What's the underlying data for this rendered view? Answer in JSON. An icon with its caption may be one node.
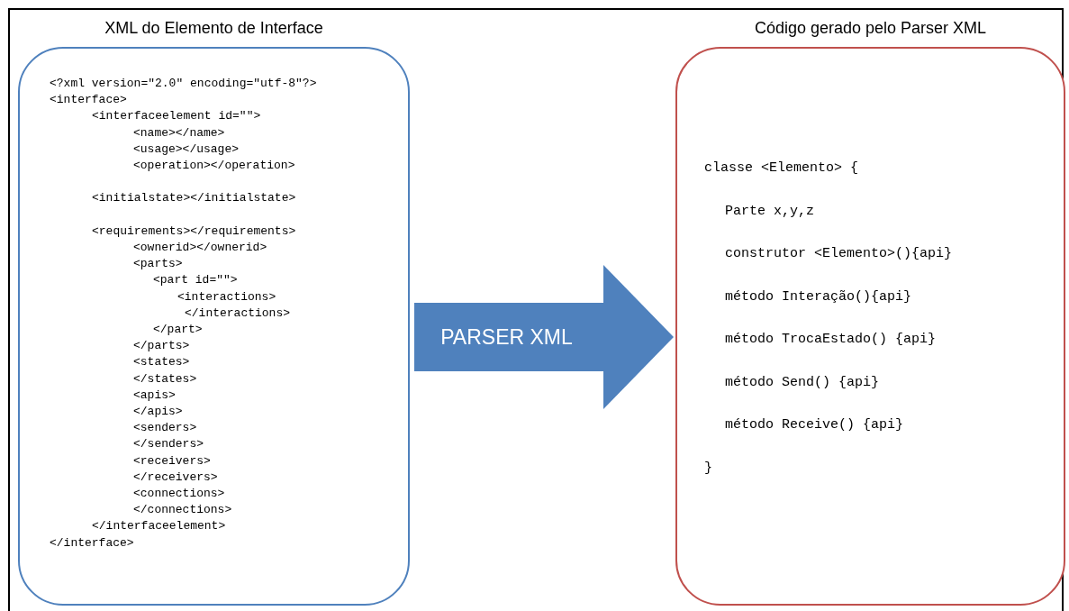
{
  "diagram": {
    "nodes": [
      {
        "text": [
          "XML do Elemento de Interface",
          "<?xml version=\"2.0\" encoding=\"utf-8\"?>",
          "<interface>",
          "<interfaceelement id=\"\">",
          "<name></name>",
          "<usage></usage>",
          "<operation></operation>",
          "<initialstate></initialstate>",
          "<requirements></requirements>",
          "<ownerid></ownerid>",
          "<parts>",
          "<part id=\"\">",
          "<interactions>",
          "</interactions>",
          "</part>",
          "</parts>",
          "<states>",
          "</states>",
          "<apis>",
          "</apis>",
          "<senders>",
          "</senders>",
          "<receivers>",
          "</receivers>",
          "<connections>",
          "</connections>",
          "</interfaceelement>",
          "</interface>"
        ]
      },
      {
        "text": [
          "Código gerado pelo Parser XML",
          "classe <Elemento> {",
          "Parte x,y,z",
          "construtor <Elemento>(){api}",
          "método Interação(){api}",
          "método TrocaEstado() {api}",
          "método Send() {api}",
          "método Receive() {api}",
          "}"
        ]
      }
    ],
    "edges": [
      {
        "from": 0,
        "to": 1,
        "arrow": "to",
        "label": "PARSER XML",
        "color": "#4f81bd"
      }
    ]
  }
}
